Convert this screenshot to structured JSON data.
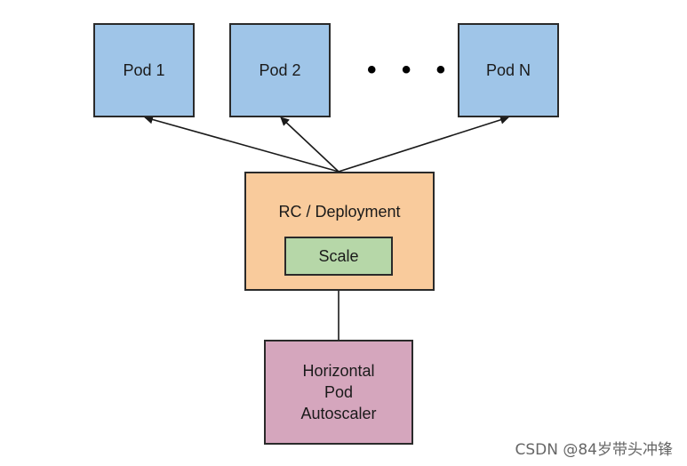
{
  "nodes": {
    "pod_1": "Pod 1",
    "pod_2": "Pod 2",
    "ellipsis": "• • •",
    "pod_n": "Pod N",
    "rc_deployment": "RC / Deployment",
    "scale": "Scale",
    "hpa": [
      "Horizontal",
      "Pod",
      "Autoscaler"
    ]
  },
  "colors": {
    "pod": "#9fc5e8",
    "rc_deployment": "#f9cb9c",
    "scale": "#b6d7a8",
    "hpa": "#d5a6bd",
    "border": "#2a2a2a"
  },
  "watermark": "CSDN @84岁带头冲锋"
}
